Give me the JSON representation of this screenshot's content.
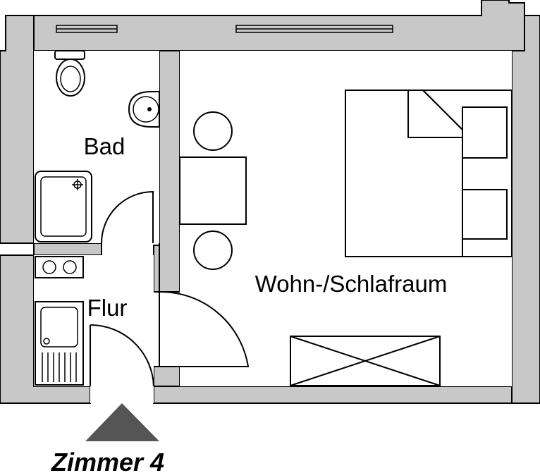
{
  "plan": {
    "rooms": {
      "bath": "Bad",
      "hall": "Flur",
      "living": "Wohn-/Schlafraum"
    },
    "unit_title": "Zimmer 4",
    "colors": {
      "wall": "#c8c8c8",
      "line": "#000000",
      "entrance_arrow": "#555555",
      "background": "#ffffff"
    },
    "icons": {
      "entrance": "triangle-up"
    }
  }
}
